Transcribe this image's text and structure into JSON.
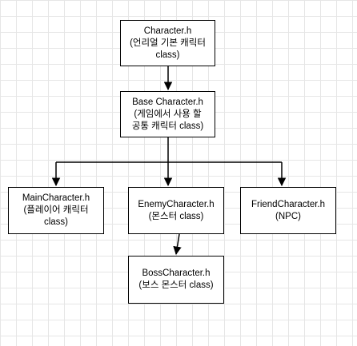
{
  "diagram": {
    "nodes": {
      "character": {
        "line1": "Character.h",
        "line2": "(언리얼 기본 캐릭터",
        "line3": "class)"
      },
      "base": {
        "line1": "Base Character.h",
        "line2": "(게임에서 사용 할",
        "line3": "공통 캐릭터 class)"
      },
      "main": {
        "line1": "MainCharacter.h",
        "line2": "(플레이어 캐릭터",
        "line3": "class)"
      },
      "enemy": {
        "line1": "EnemyCharacter.h",
        "line2": "(몬스터 class)"
      },
      "friend": {
        "line1": "FriendCharacter.h",
        "line2": "(NPC)"
      },
      "boss": {
        "line1": "BossCharacter.h",
        "line2": "(보스 몬스터 class)"
      }
    },
    "edges": [
      {
        "from": "character",
        "to": "base"
      },
      {
        "from": "base",
        "to": "main"
      },
      {
        "from": "base",
        "to": "enemy"
      },
      {
        "from": "base",
        "to": "friend"
      },
      {
        "from": "enemy",
        "to": "boss"
      }
    ],
    "colors": {
      "stroke": "#000000",
      "node_fill": "#ffffff",
      "grid": "#e6e6e6",
      "background": "#ffffff"
    }
  }
}
